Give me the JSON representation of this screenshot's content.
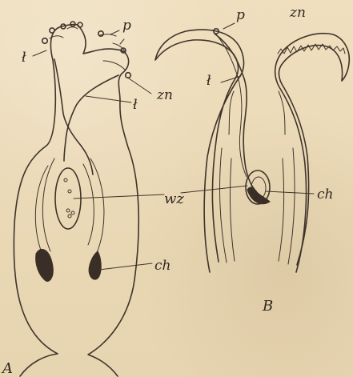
{
  "labels": {
    "A_p": "p",
    "A_l_top": "ł",
    "A_l_mid": "ł",
    "A_zn": "zn",
    "wz": "wz",
    "A_ch": "ch",
    "A": "A",
    "B_p": "p",
    "B_zn": "zn",
    "B_l": "ł",
    "B_ch": "ch",
    "B": "B"
  }
}
